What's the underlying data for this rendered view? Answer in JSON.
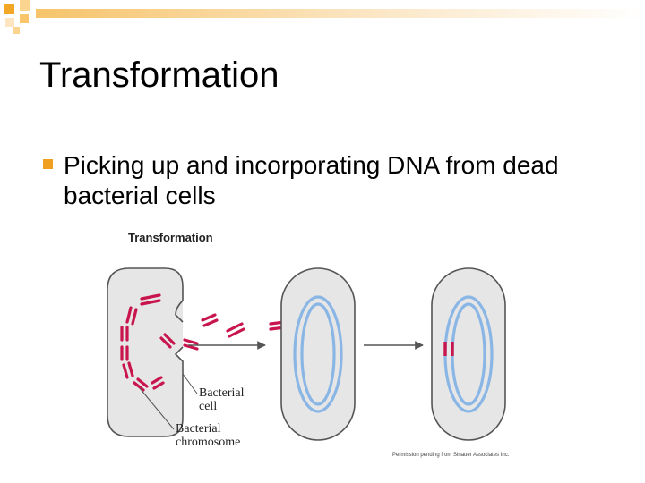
{
  "slide": {
    "title": "Transformation",
    "bullets": [
      "Picking up and incorporating DNA from dead bacterial cells"
    ]
  },
  "figure": {
    "title": "Transformation",
    "labels": {
      "bacterial_cell": "Bacterial cell",
      "bacterial_chromosome": "Bacterial chromosome"
    },
    "credit": "Permission pending from Sinauer Associates Inc."
  },
  "colors": {
    "accent": "#f0a020",
    "dna": "#c8154d",
    "chromosome": "#8ab6e6",
    "cell_fill": "#e6e6e6"
  }
}
